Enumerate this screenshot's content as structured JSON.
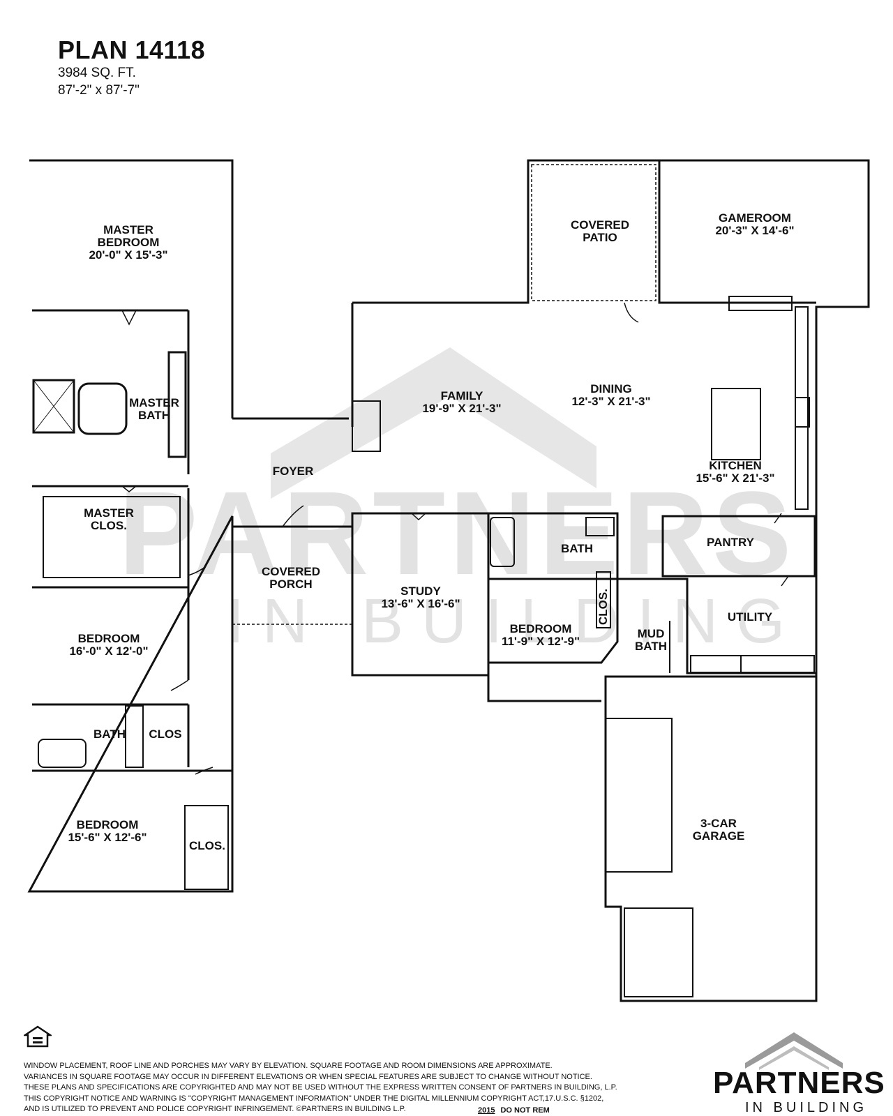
{
  "header": {
    "title": "PLAN 14118",
    "area": "3984 SQ. FT.",
    "dimensions": "87'-2\" x 87'-7\""
  },
  "rooms": {
    "master_bedroom": {
      "name1": "MASTER",
      "name2": "BEDROOM",
      "size": "20'-0\" X 15'-3\""
    },
    "master_bath": {
      "name1": "MASTER",
      "name2": "BATH"
    },
    "master_closet": {
      "name1": "MASTER",
      "name2": "CLOS."
    },
    "bedroom2": {
      "name": "BEDROOM",
      "size": "16'-0\" X 12'-0\""
    },
    "bath2": {
      "name": "BATH"
    },
    "clos2": {
      "name": "CLOS"
    },
    "bedroom3": {
      "name": "BEDROOM",
      "size": "15'-6\" X 12'-6\""
    },
    "clos3": {
      "name": "CLOS."
    },
    "foyer": {
      "name": "FOYER"
    },
    "covered_porch": {
      "name1": "COVERED",
      "name2": "PORCH"
    },
    "covered_patio": {
      "name1": "COVERED",
      "name2": "PATIO"
    },
    "family": {
      "name": "FAMILY",
      "size": "19'-9\" X 21'-3\""
    },
    "dining": {
      "name": "DINING",
      "size": "12'-3\" X 21'-3\""
    },
    "gameroom": {
      "name": "GAMEROOM",
      "size": "20'-3\" X 14'-6\""
    },
    "kitchen": {
      "name": "KITCHEN",
      "size": "15'-6\" X 21'-3\""
    },
    "pantry": {
      "name": "PANTRY"
    },
    "study": {
      "name": "STUDY",
      "size": "13'-6\" X 16'-6\""
    },
    "bath4": {
      "name": "BATH"
    },
    "clos4": {
      "name": "CLOS."
    },
    "bedroom4": {
      "name": "BEDROOM",
      "size": "11'-9\" X 12'-9\""
    },
    "utility": {
      "name": "UTILITY"
    },
    "mud_bath": {
      "name1": "MUD",
      "name2": "BATH"
    },
    "garage": {
      "name1": "3-CAR",
      "name2": "GARAGE"
    }
  },
  "watermark": {
    "word": "PARTNERS",
    "sub": "IN BUILDING"
  },
  "footer": {
    "lines": [
      "WINDOW PLACEMENT, ROOF LINE AND PORCHES MAY VARY BY ELEVATION.  SQUARE FOOTAGE AND ROOM DIMENSIONS ARE APPROXIMATE.",
      "VARIANCES IN SQUARE FOOTAGE MAY OCCUR IN DIFFERENT ELEVATIONS OR WHEN SPECIAL FEATURES ARE SUBJECT TO CHANGE WITHOUT NOTICE.",
      "THESE PLANS AND SPECIFICATIONS ARE COPYRIGHTED AND MAY NOT BE USED WITHOUT THE EXPRESS WRITTEN CONSENT OF PARTNERS IN BUILDING, L.P.",
      "THIS COPYRIGHT NOTICE AND WARNING IS \"COPYRIGHT MANAGEMENT INFORMATION\" UNDER THE DIGITAL MILLENNIUM COPYRIGHT ACT,17.U.S.C.          §1202,",
      "AND IS UTILIZED TO PREVENT AND POLICE COPYRIGHT INFRINGEMENT.  ©PARTNERS IN BUILDING L.P."
    ],
    "year": "2015",
    "notice": "DO NOT REM"
  },
  "logo": {
    "word": "PARTNERS",
    "sub": "IN BUILDING",
    "eho_icon": "equal-housing-icon"
  },
  "colors": {
    "wall": "#111111",
    "watermark": "#e2e2e2"
  }
}
